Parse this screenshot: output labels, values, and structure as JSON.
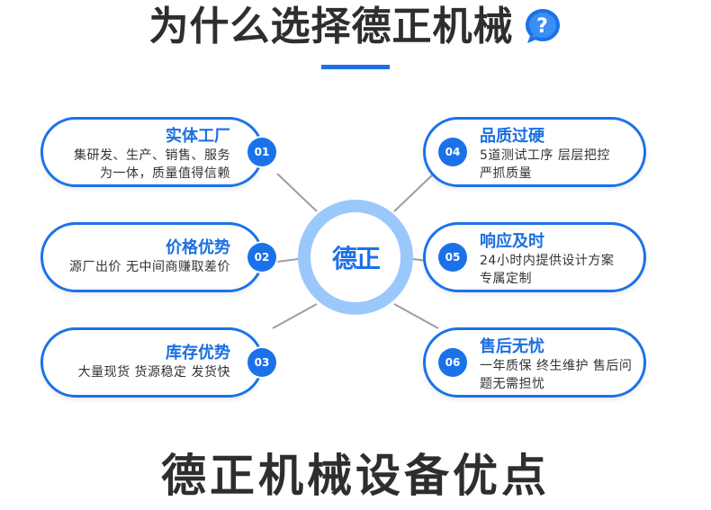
{
  "header": {
    "title": "为什么选择德正机械"
  },
  "logo": {
    "text": "德正"
  },
  "cards": [
    {
      "num": "01",
      "title": "实体工厂",
      "lines": [
        "集研发、生产、销售、服务",
        "为一体，质量值得信赖"
      ]
    },
    {
      "num": "02",
      "title": "价格优势",
      "lines": [
        "源厂出价  无中间商赚取差价"
      ]
    },
    {
      "num": "03",
      "title": "库存优势",
      "lines": [
        "大量现货 货源稳定  发货快"
      ]
    },
    {
      "num": "04",
      "title": "品质过硬",
      "lines": [
        "5道测试工序  层层把控",
        "严抓质量"
      ]
    },
    {
      "num": "05",
      "title": "响应及时",
      "lines": [
        "24小时内提供设计方案",
        "专属定制"
      ]
    },
    {
      "num": "06",
      "title": "售后无忧",
      "lines": [
        "一年质保  终生维护  售后问",
        "题无需担忧"
      ]
    }
  ],
  "footer": {
    "subtitle": "德正机械设备优点"
  },
  "colors": {
    "accent": "#1b72e8",
    "hub_ring": "#9bc8fb",
    "text": "#2e2e2e"
  },
  "icons": {
    "title_icon": "question-bubble-icon"
  }
}
